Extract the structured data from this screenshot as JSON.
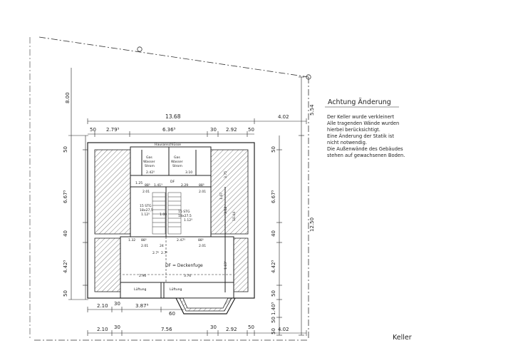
{
  "note": {
    "title": "Achtung Änderung",
    "lines": [
      "Der Keller wurde verkleinert",
      "Alle tragenden Wände wurden",
      "hierbei berücksichtigt.",
      "Eine Änderung der Statik ist",
      "nicht notwendig.",
      "Die Außenwände des Gebäudes",
      "stehen auf gewachsenen Boden."
    ]
  },
  "plan_title": "Keller",
  "top_dims": {
    "total": "13.68",
    "right": "4.02",
    "row": [
      "50",
      "2.79⁵",
      "6.36⁵",
      "30",
      "2.92",
      "50"
    ]
  },
  "bottom_dims": {
    "row1": [
      "2.10",
      "30",
      "3.87⁵",
      "60"
    ],
    "row2": [
      "2.10",
      "30",
      "7.56",
      "30",
      "2.92",
      "50",
      "4.02"
    ]
  },
  "left_dims": {
    "outer": "8.00",
    "inner": [
      "50",
      "6.67⁵",
      "40",
      "4.42⁵",
      "50"
    ]
  },
  "right_dims": {
    "inner": [
      "50",
      "6.67⁵",
      "40",
      "4.42⁵",
      "50"
    ],
    "outer": "12.50",
    "top": "5.54",
    "bay": [
      "1.40⁵",
      "50",
      "50"
    ]
  },
  "rooms": {
    "hausanschluss": "Hausanschlüsse",
    "gas_left": [
      "Gas",
      "Wasser",
      "Strom"
    ],
    "gas_right": [
      "Gas",
      "Wasser",
      "Strom"
    ],
    "df_label": "DF",
    "df_legend": "DF = Deckenfuge",
    "lueftung_left": "Lüftung",
    "lueftung_right": "Lüftung"
  },
  "inner_dims": {
    "hall_left": "2.42⁵",
    "hall_right": "3.10",
    "stair_a": "1.25",
    "stair_b": "88⁵",
    "stair_c": "1.41⁵",
    "stair_d": "2.29",
    "stair_e": "88⁵",
    "stair_f": "2.01",
    "stair_g": "2.01",
    "stair_h": "2.01",
    "steps_left": "15 STG",
    "steps_right": "15 STG",
    "step_size_left": "18x27,5",
    "step_size_right": "18x27,5",
    "landing_a": "1.12⁵",
    "landing_b": "1.00",
    "landing_c": "1.12⁵",
    "lower_a": "1.32",
    "lower_b": "88⁵",
    "lower_c": "2.47⁵",
    "lower_d": "88⁵",
    "lower_e": "2.01",
    "lower_f": "2.01",
    "lower_g": "24",
    "lower_h": "2.7⁵",
    "lower_i": "2.7⁵",
    "room_left": "2.96",
    "room_right": "3.76",
    "vert_1": "3.75",
    "vert_2": "1.07",
    "vert_3": "3.12",
    "vert_4": "10.44",
    "vert_5": "1.63⁵"
  }
}
